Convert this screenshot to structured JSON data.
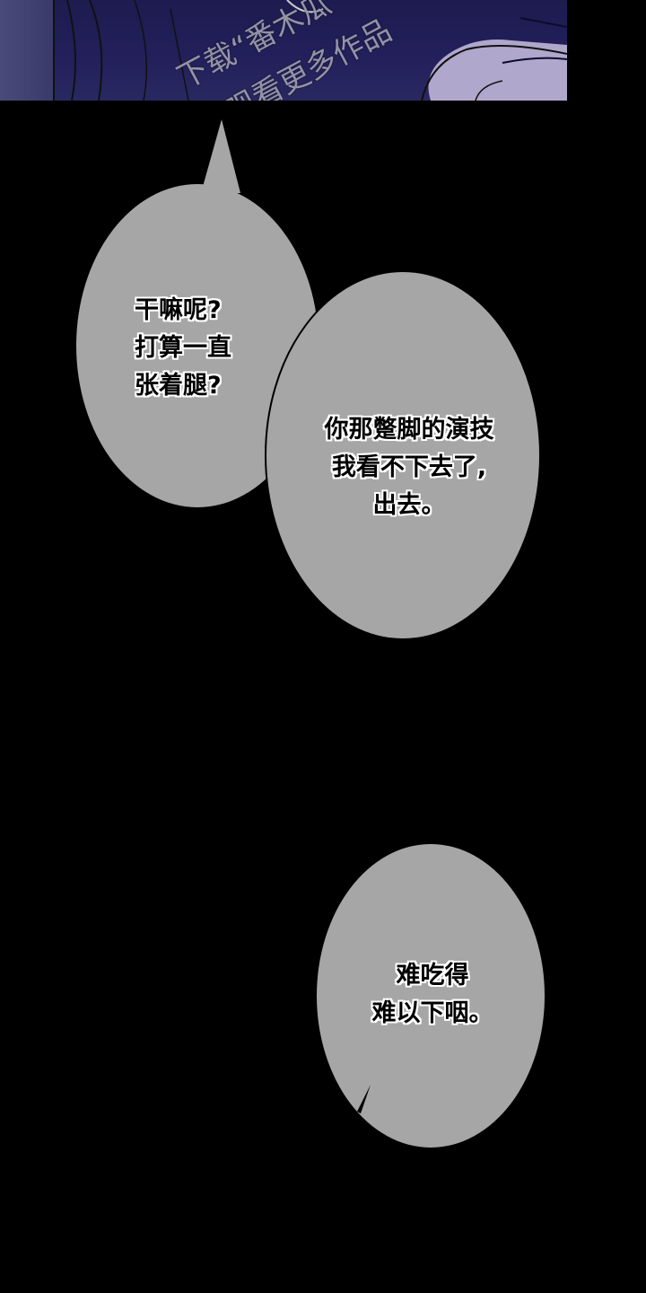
{
  "panel_top": {
    "watermark_line1": "下载“番木瓜",
    "watermark_line2": "观看更多作品",
    "colors": {
      "shadow_blue": "#1d1b4f",
      "skin_lavender": "#b7aed0"
    }
  },
  "bubbles": [
    {
      "id": "bubble-1",
      "lines": [
        "干嘛呢?",
        "打算一直",
        "张着腿?"
      ]
    },
    {
      "id": "bubble-2",
      "lines": [
        "你那蹩脚的演技",
        "我看不下去了,",
        "出去。"
      ]
    },
    {
      "id": "bubble-3",
      "lines": [
        "难吃得",
        "难以下咽。"
      ]
    }
  ],
  "colors": {
    "background": "#000000",
    "bubble_fill": "#a6a6a6",
    "text": "#000000",
    "text_outline": "#ffffff"
  }
}
